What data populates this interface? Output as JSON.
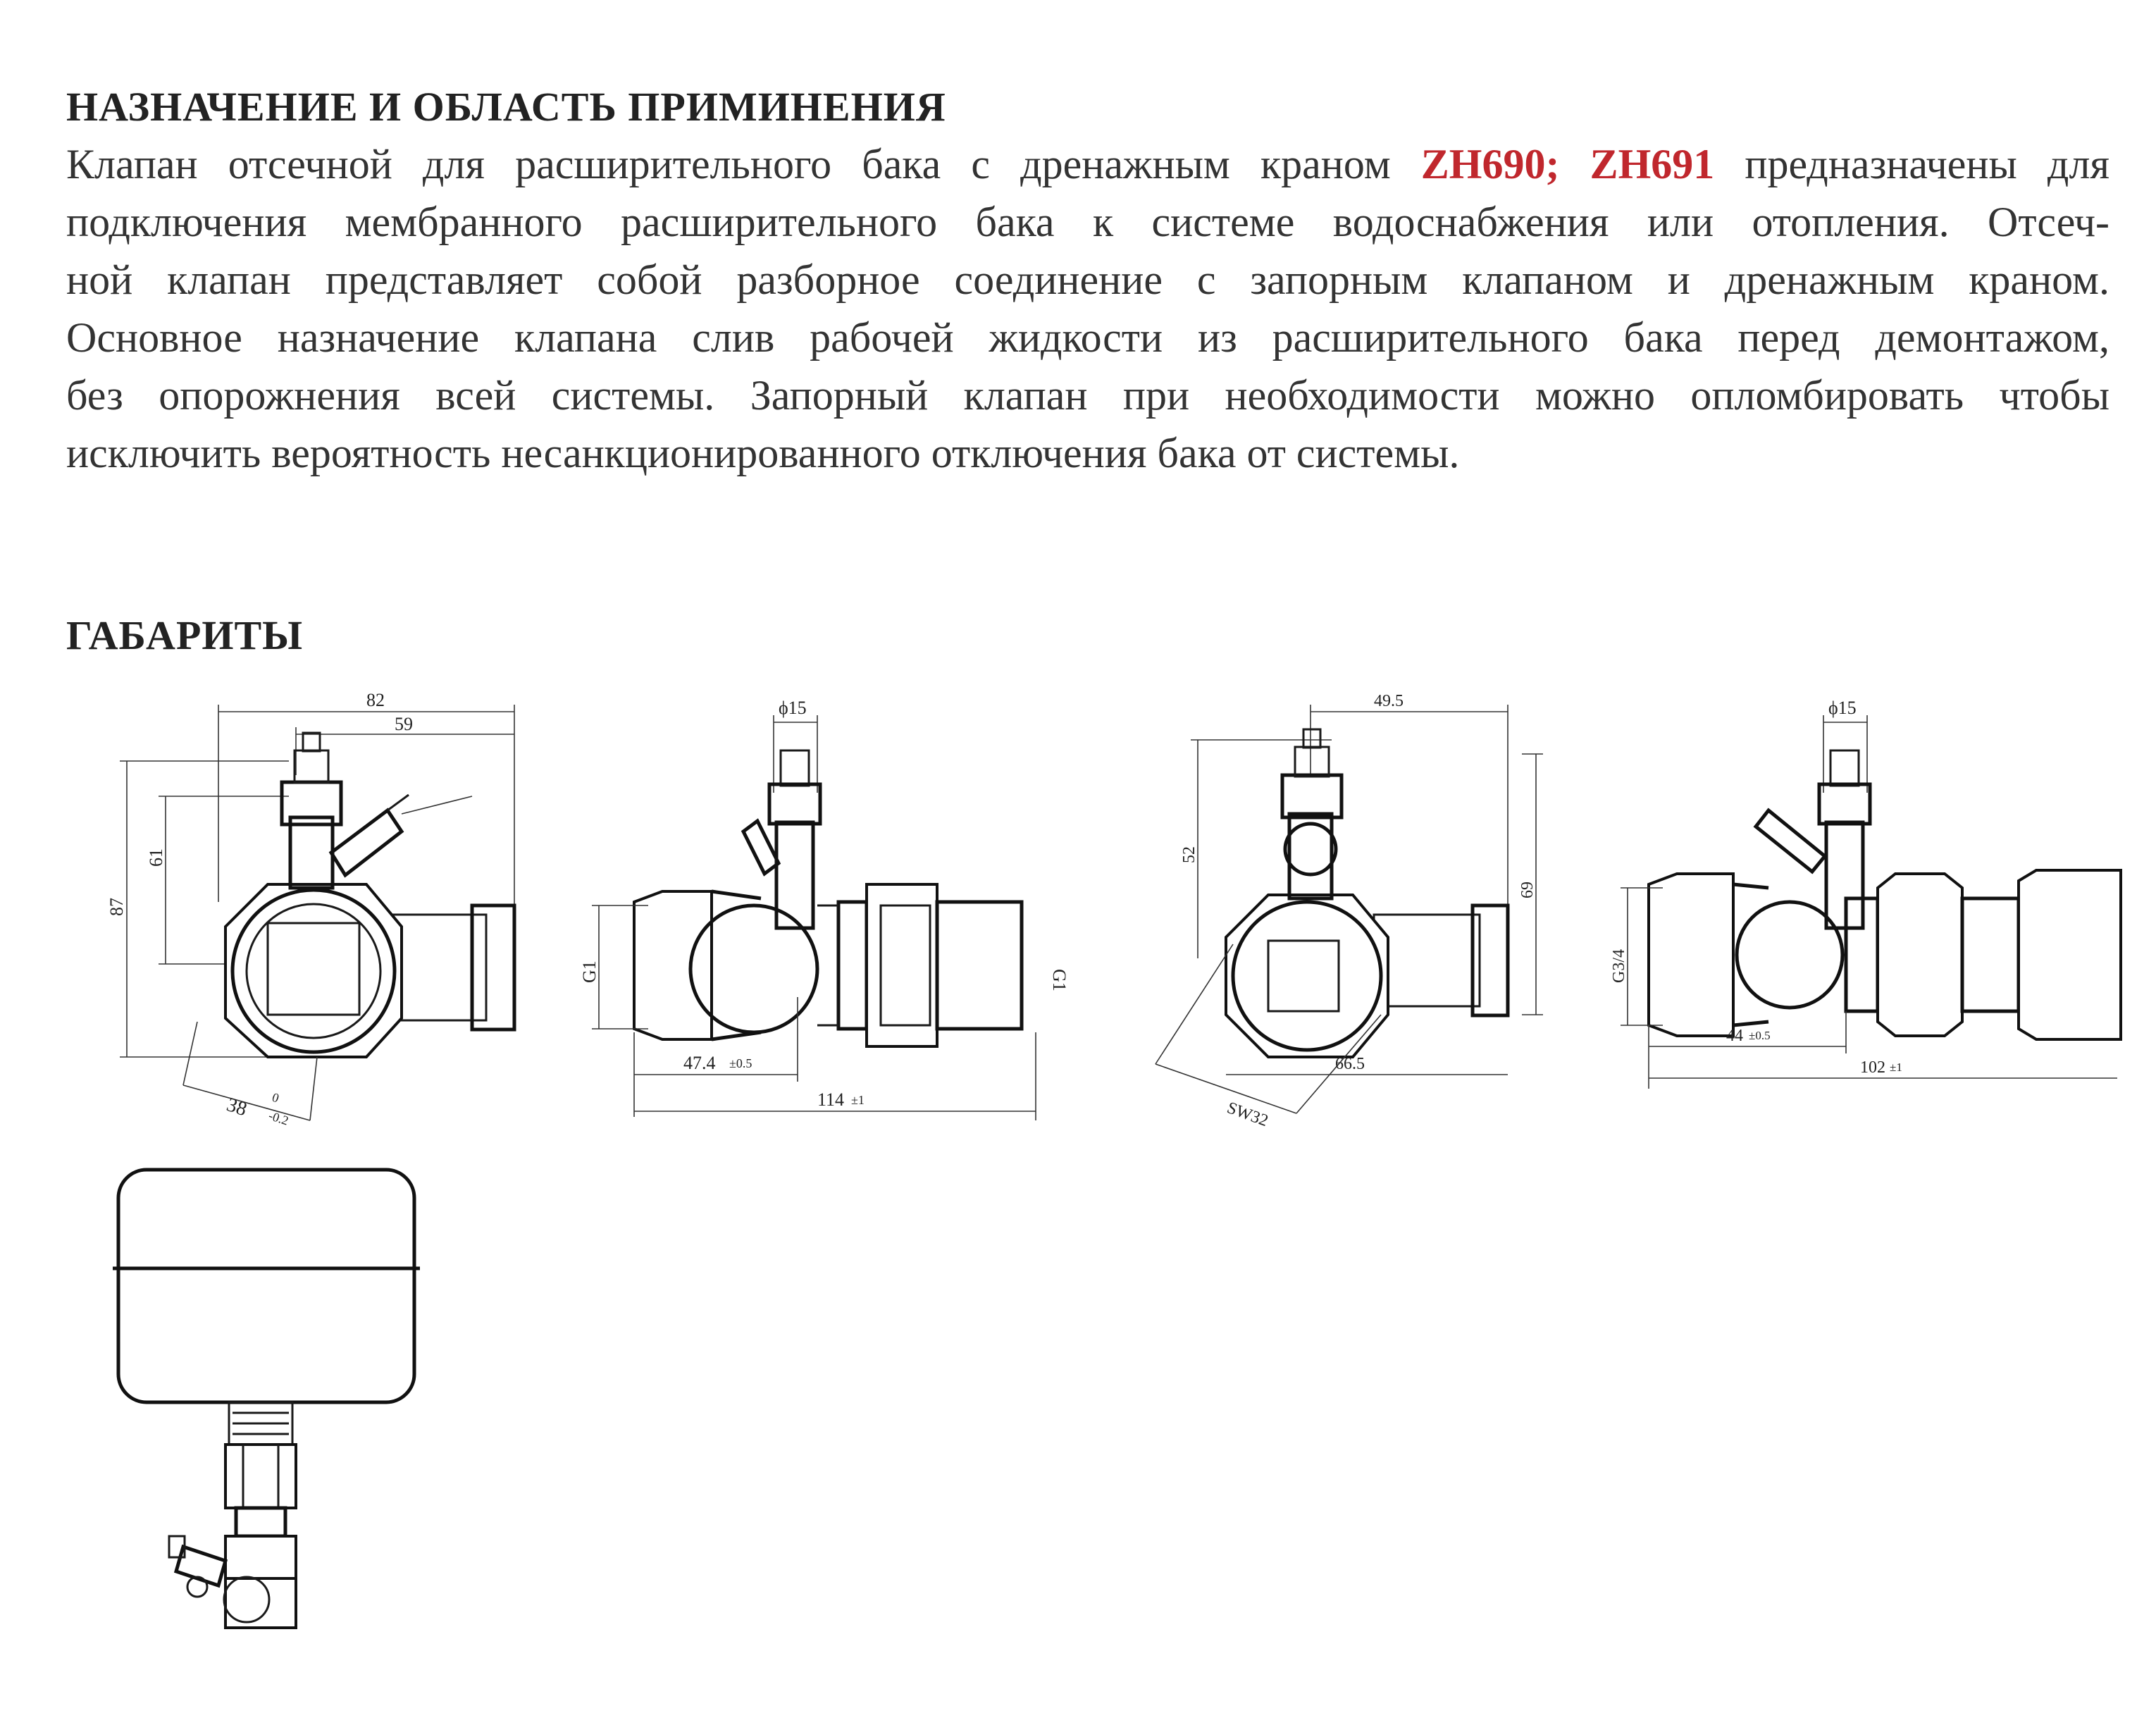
{
  "section_purpose": {
    "title": "НАЗНАЧЕНИЕ И ОБЛАСТЬ ПРИМИНЕНИЯ",
    "lines": [
      {
        "before": "Клапан отсечной для расширительного бака с дренажным краном ",
        "model": "ZH690; ZH691",
        "after": " предназначены для"
      },
      {
        "text": "подключения мембранного расширительного бака к системе водоснабжения или отопления. Отсеч-"
      },
      {
        "text": "ной клапан представляет собой разборное соединение с запорным клапаном и дренажным краном."
      },
      {
        "text": "Основное назначение клапана слив рабочей жидкости из расширительного бака перед демонтажом,"
      },
      {
        "text": "без опорожнения всей системы. Запорный клапан при необходимости можно опломбировать чтобы"
      },
      {
        "text": "исключить вероятность несанкционированного отключения бака от системы."
      }
    ],
    "accent_color": "#c0272d"
  },
  "section_dimensions": {
    "title": "ГАБАРИТЫ",
    "drawing1": {
      "w_total": "82",
      "w_inner": "59",
      "h_total": "87",
      "h_inner": "61",
      "sw": "38",
      "tol_up": "0",
      "tol_dn": "-0.2"
    },
    "drawing2": {
      "dia": "ϕ15",
      "thread_left": "G1",
      "thread_right": "G1",
      "len_a": "47.4",
      "len_a_tol": "±0.5",
      "len_total": "114",
      "len_total_tol": "±1"
    },
    "drawing3": {
      "w_top": "49.5",
      "h_a": "52",
      "h_b": "69",
      "w_bottom": "66.5",
      "sw": "SW32"
    },
    "drawing4": {
      "dia": "ϕ15",
      "thread": "G3/4",
      "len_a": "44",
      "len_a_tol": "±0.5",
      "len_total": "102",
      "len_total_tol": "±1"
    }
  }
}
